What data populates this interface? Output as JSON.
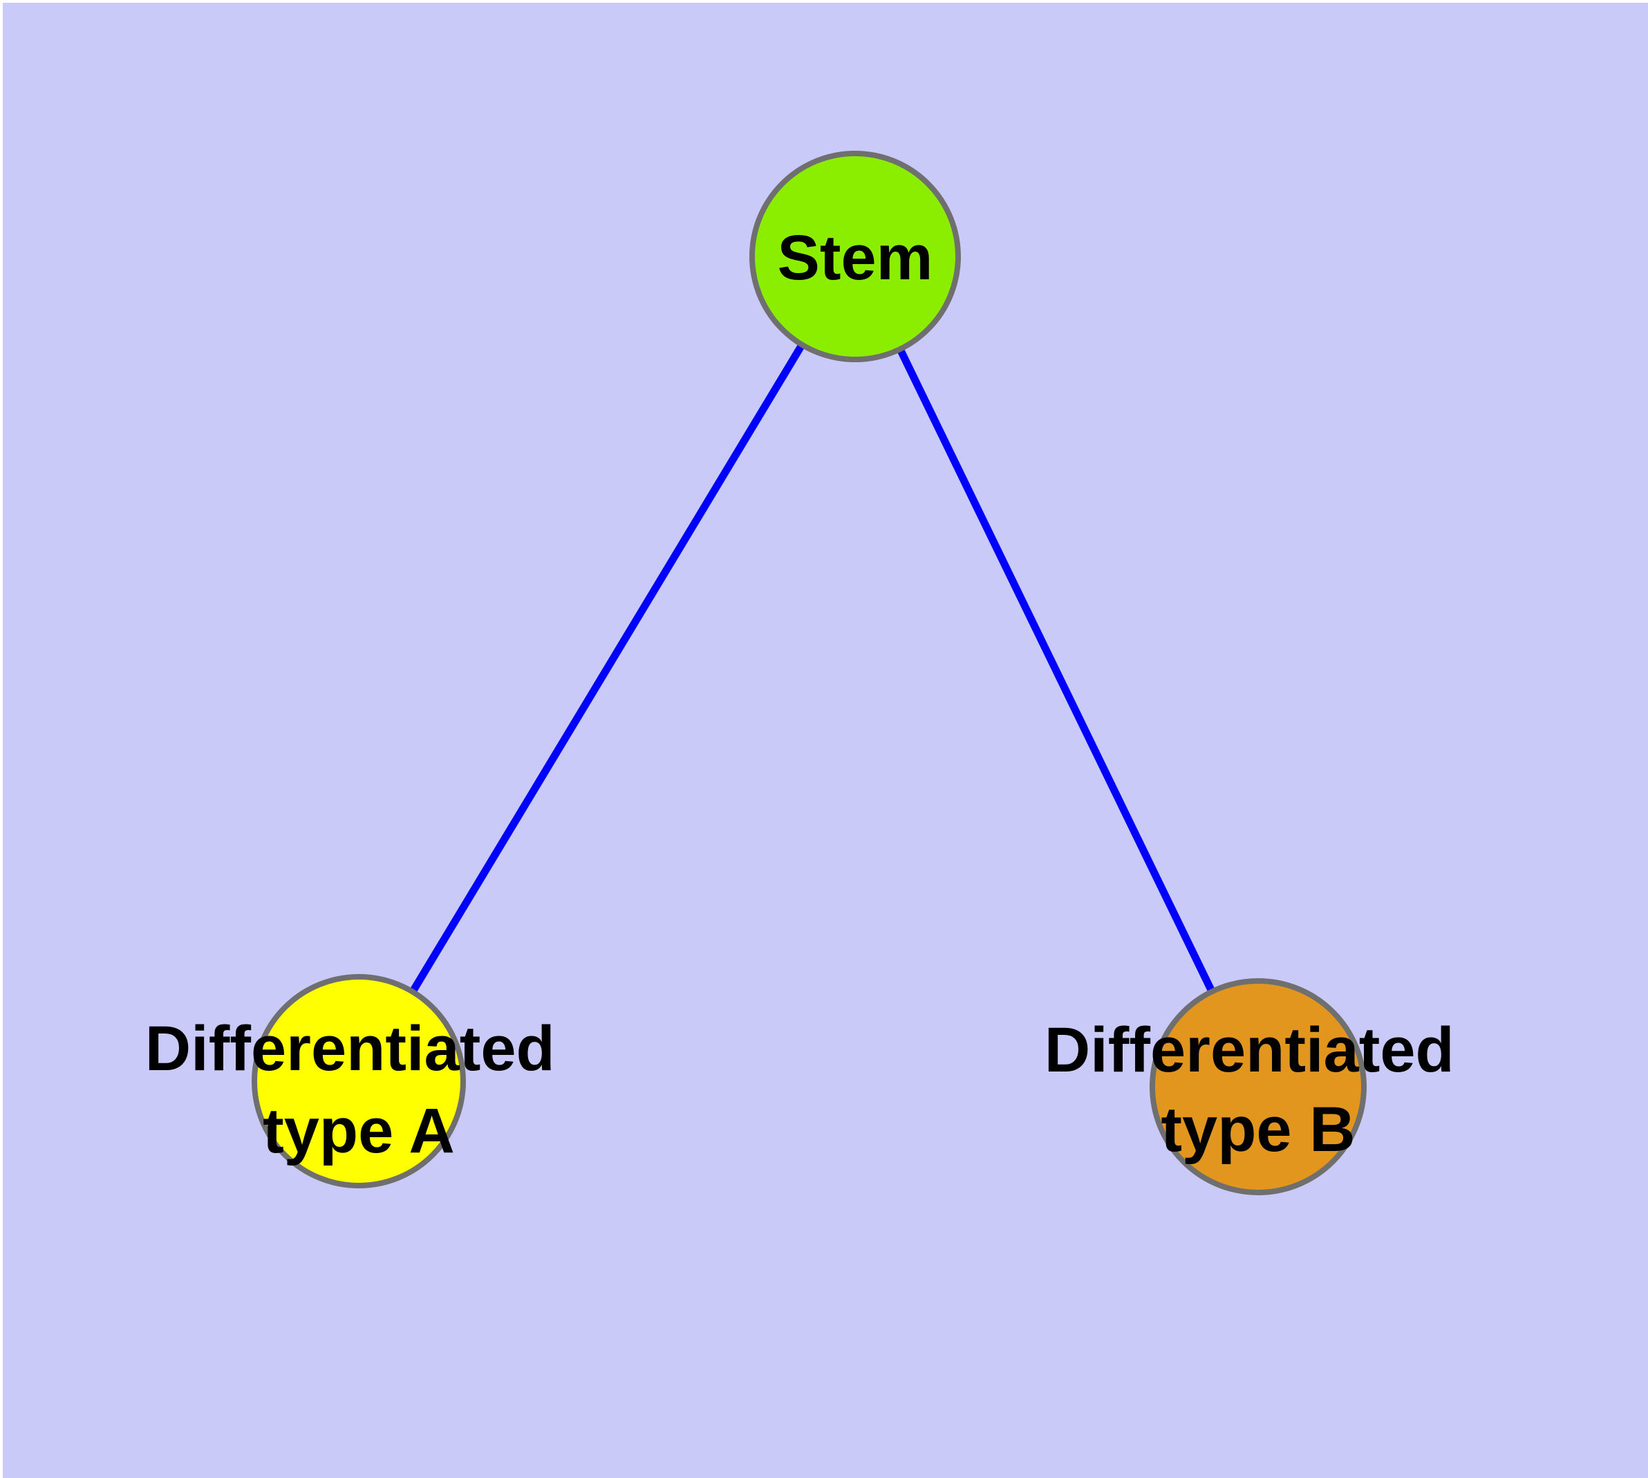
{
  "style": {
    "background": "#CACAF8",
    "page_margin_color": "#FFFFFF",
    "edge_color": "#0000FF",
    "node_border_color": "#6F6F6F",
    "text_color": "#000000"
  },
  "nodes": {
    "stem": {
      "label": "Stem",
      "color": "#8BEE00"
    },
    "type_a": {
      "label_line1": "Differentiated",
      "label_line2": "type A",
      "color": "#FFFF00"
    },
    "type_b": {
      "label_line1": "Differentiated",
      "label_line2": "type B",
      "color": "#E2961E"
    }
  },
  "edges": [
    {
      "from": "Stem",
      "to": "Differentiated type A"
    },
    {
      "from": "Stem",
      "to": "Differentiated type B"
    }
  ]
}
